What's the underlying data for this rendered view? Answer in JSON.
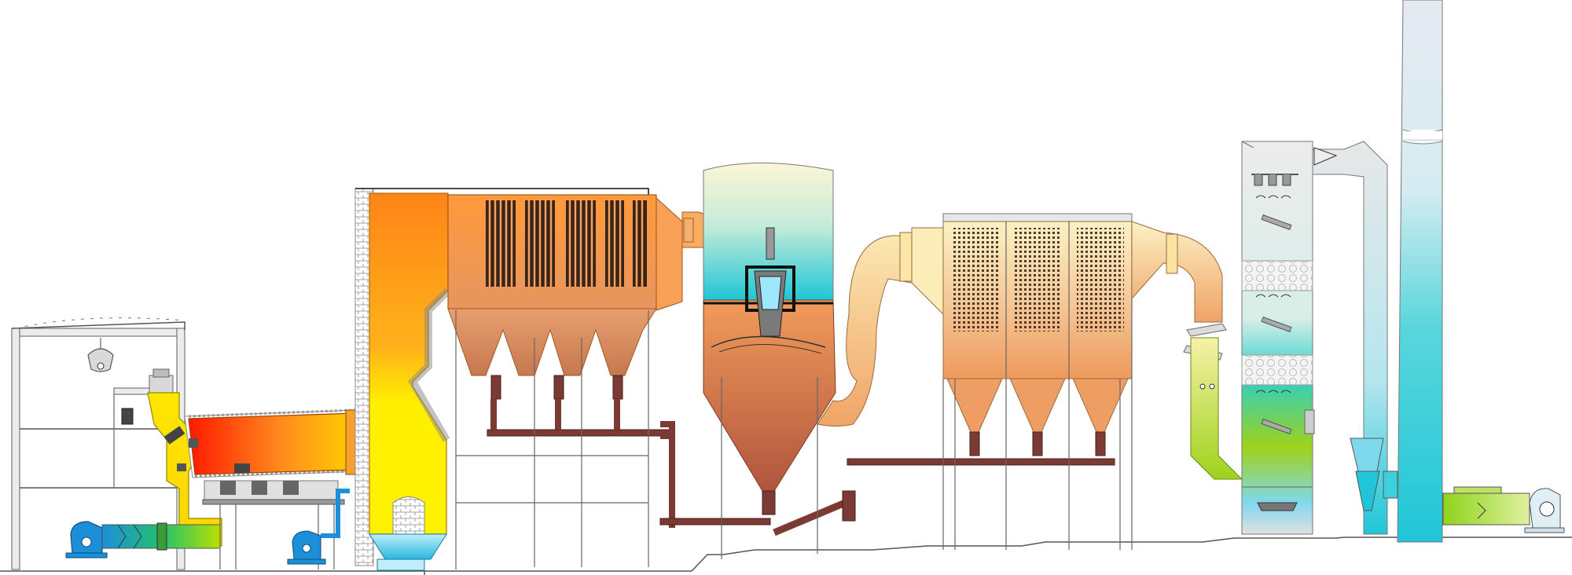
{
  "diagram": {
    "title": "",
    "colors": {
      "hot_red": "#ff1e00",
      "orange": "#ff8a1e",
      "yellow": "#ffee00",
      "tan": "#f2a866",
      "brown": "#b5604a",
      "cream": "#fbf1c4",
      "cyan": "#22c9d8",
      "green": "#9ed21a",
      "steel_gray": "#d9d9d9",
      "pipe_brown": "#7b3a34",
      "blue_fan": "#1d8fd8"
    },
    "stages": [
      {
        "name": "waste-bunker-building",
        "icon": "crane-grab-icon"
      },
      {
        "name": "feed-hopper",
        "icon": "hopper-icon"
      },
      {
        "name": "rotary-kiln",
        "icon": "kiln-icon"
      },
      {
        "name": "secondary-combustion-chamber",
        "icon": "furnace-icon"
      },
      {
        "name": "waste-heat-boiler",
        "icon": "boiler-tubes-icon"
      },
      {
        "name": "quench-tower",
        "icon": "quench-tower-icon"
      },
      {
        "name": "bag-filter",
        "icon": "baghouse-icon"
      },
      {
        "name": "wet-scrubber-tower",
        "icon": "scrubber-icon"
      },
      {
        "name": "stack",
        "icon": "chimney-icon"
      },
      {
        "name": "induced-draft-fan",
        "icon": "fan-icon"
      }
    ]
  }
}
